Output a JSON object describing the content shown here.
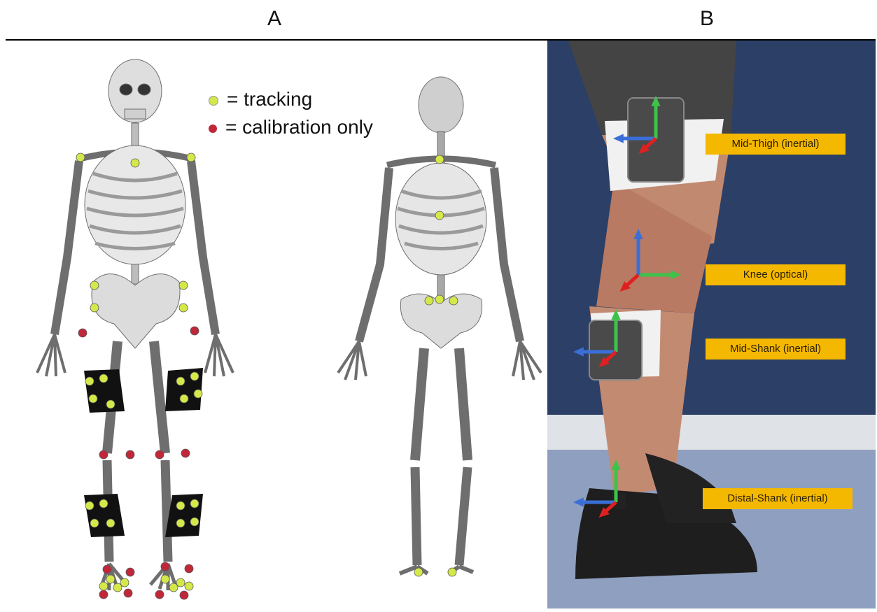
{
  "panels": {
    "a": "A",
    "b": "B"
  },
  "legend": {
    "tracking": "= tracking",
    "calibration": "= calibration only",
    "tracking_color": "#d4e84a",
    "calibration_color": "#c0283a"
  },
  "sensors": {
    "thigh": "Mid-Thigh (inertial)",
    "knee": "Knee (optical)",
    "shank": "Mid-Shank (inertial)",
    "distal": "Distal-Shank (inertial)"
  },
  "colors": {
    "tag": "#f5b800",
    "axis_x": "#3a6fd8",
    "axis_y": "#3ec24a",
    "axis_z": "#e02020"
  }
}
